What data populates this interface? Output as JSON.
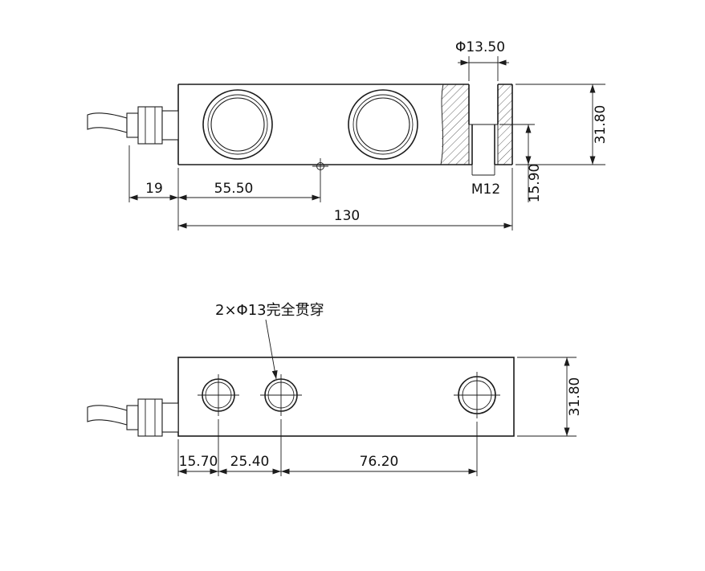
{
  "page": {
    "background": "#ffffff",
    "line_color": "#1c1c1c"
  },
  "side_view": {
    "dims": {
      "bore_diameter": "Φ13.50",
      "body_height": "31.80",
      "thread_depth": "15.90",
      "thread_spec": "M12",
      "gland_length": "19",
      "load_point_offset": "55.50",
      "body_length": "130"
    }
  },
  "plan_view": {
    "callout": "2×Φ13完全贯穿",
    "dims": {
      "body_height": "31.80",
      "hole1_from_left": "15.70",
      "hole1_to_hole2": "25.40",
      "hole2_to_load_hole": "76.20"
    }
  }
}
